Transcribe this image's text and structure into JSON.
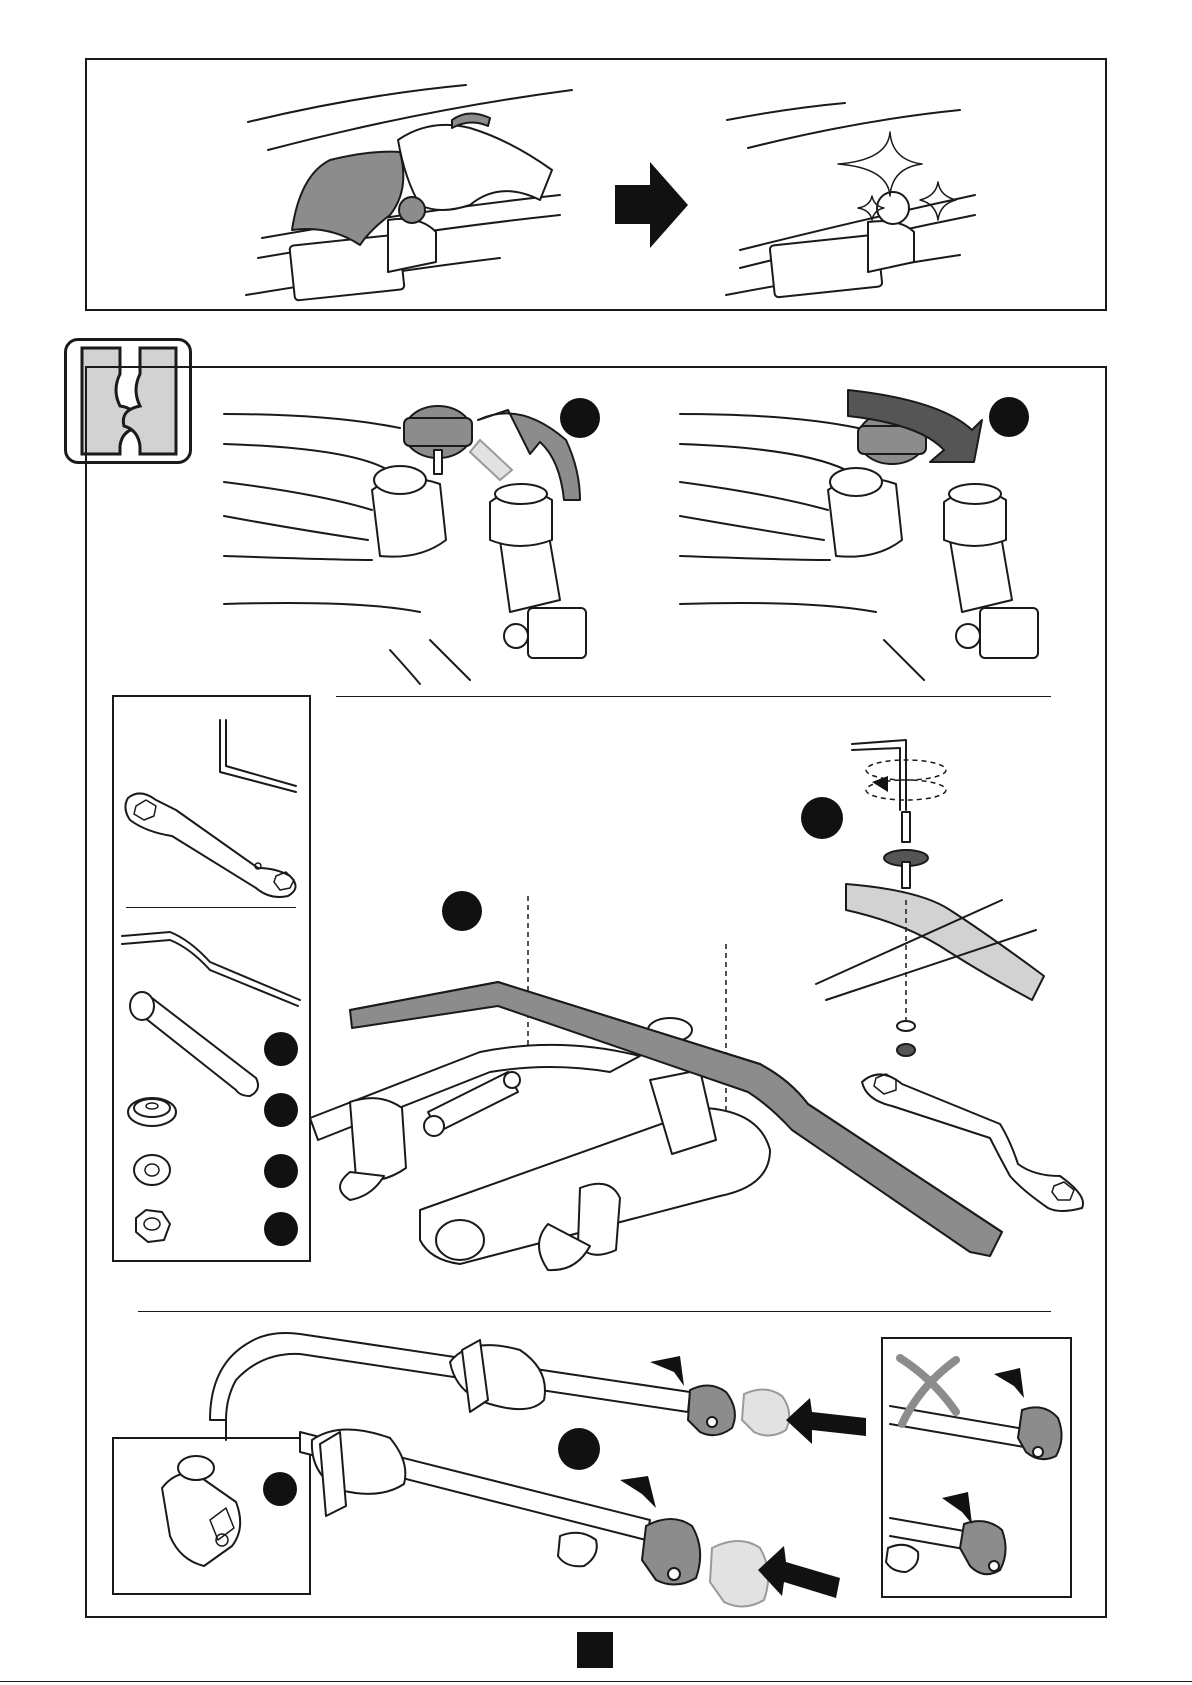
{
  "page": {
    "type": "assembly-instruction-sheet",
    "colors": {
      "ink": "#1a1a1a",
      "part_grey": "#8c8c8c",
      "faded_part": "#e2e2e2",
      "badge": "#111111"
    }
  },
  "icons": {
    "assembly_symbol": "two-puzzle-pieces-icon",
    "step_badge": "black-circle-badge",
    "direction_arrow": "right-arrow-icon",
    "prohibited": "cross-x-icon"
  },
  "panels": {
    "cleaning": "clean-towball-then-shiny",
    "step_a": "tighten-knob-with-hex-key",
    "step_b": "turn-knob-clockwise",
    "parts": "spanner-hex-key-bar-bolt-washers-nut",
    "mounting": "bar-bolted-to-frame",
    "final": "fit-end-caps-to-frame-tubes",
    "wrong_way": "incorrect-cap-orientation"
  }
}
